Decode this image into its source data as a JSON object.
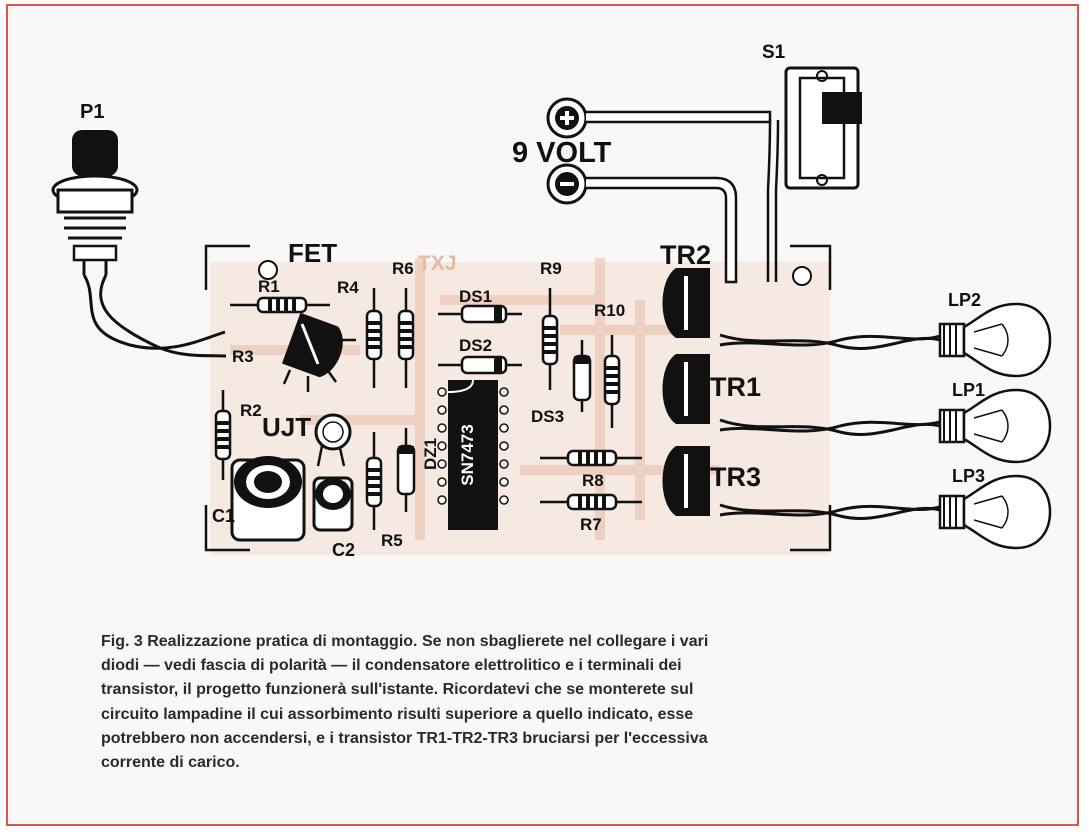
{
  "colors": {
    "frame_border": "#d9544a",
    "pcb": "#f3dccf",
    "ink": "#111111",
    "caption_text": "#2a2a2a"
  },
  "diagram": {
    "labels": {
      "p1": "P1",
      "s1": "S1",
      "volt": "9 VOLT",
      "fet": "FET",
      "tx": "TXJ",
      "r1": "R1",
      "r2": "R2",
      "r3": "R3",
      "r4": "R4",
      "r5": "R5",
      "r6": "R6",
      "r7": "R7",
      "r8": "R8",
      "r9": "R9",
      "r10": "R10",
      "ds1": "DS1",
      "ds2": "DS2",
      "ds3": "DS3",
      "dz1": "DZ1",
      "ujt": "UJT",
      "c1": "C1",
      "c2": "C2",
      "ic": "SN7473",
      "tr1": "TR1",
      "tr2": "TR2",
      "tr3": "TR3",
      "lp1": "LP1",
      "lp2": "LP2",
      "lp3": "LP3"
    },
    "icons": [
      "plus-icon",
      "minus-icon"
    ]
  },
  "caption": {
    "lines": [
      "Fig. 3  Realizzazione pratica di montaggio. Se non sbaglierete nel collegare i vari",
      "diodi — vedi fascia di polarità — il condensatore elettrolitico e i terminali dei",
      "transistor, il progetto funzionerà sull'istante. Ricordatevi che se monterete sul",
      "circuito lampadine il cui assorbimento risulti superiore a quello indicato, esse",
      "potrebbero non accendersi, e i transistor TR1-TR2-TR3 bruciarsi per l'eccessiva",
      "corrente di carico."
    ]
  }
}
